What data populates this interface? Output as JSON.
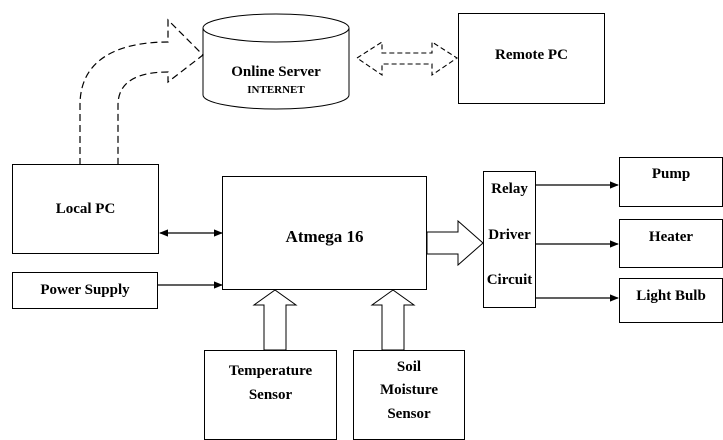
{
  "blocks": {
    "online_server": "Online Server",
    "internet": "INTERNET",
    "remote_pc": "Remote PC",
    "local_pc": "Local PC",
    "power_supply": "Power Supply",
    "microcontroller": "Atmega 16",
    "relay": [
      "Relay",
      "Driver",
      "Circuit"
    ],
    "pump": "Pump",
    "heater": "Heater",
    "light_bulb": "Light Bulb",
    "temperature_sensor": [
      "Temperature",
      "Sensor"
    ],
    "soil_moisture_sensor": [
      "Soil",
      "Moisture",
      "Sensor"
    ]
  }
}
